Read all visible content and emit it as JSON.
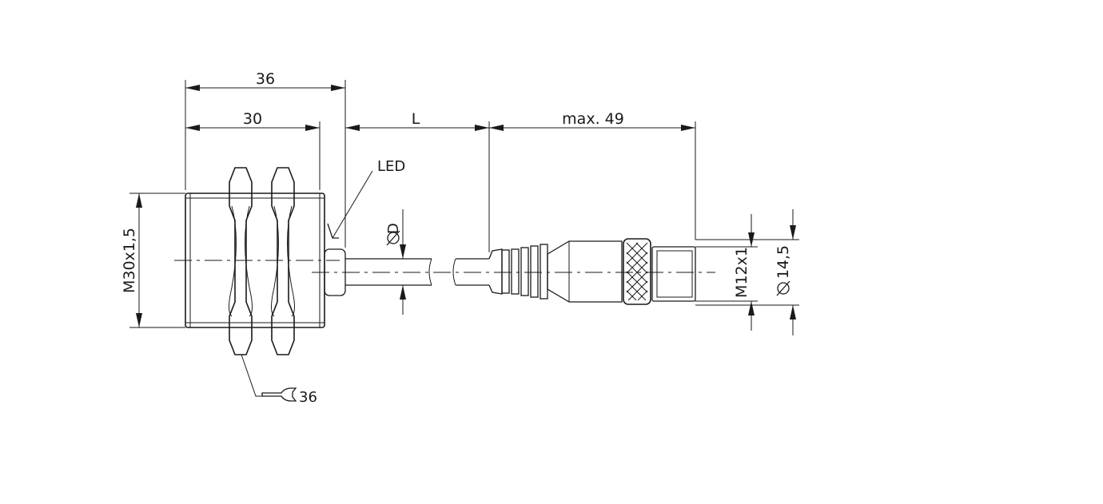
{
  "labels": {
    "dim_overall": "36",
    "dim_thread_length": "30",
    "dim_cable_length": "L",
    "dim_connector_length": "max. 49",
    "led": "LED",
    "cable_diameter": "D",
    "thread": "M30x1,5",
    "connector_thread": "M12x1",
    "connector_diameter": "14,5",
    "wrench_size": "36"
  },
  "icons": {
    "diameter": "diameter-symbol",
    "wrench": "open-end-wrench-icon"
  },
  "colors": {
    "line": "#1a1a1a",
    "background": "#ffffff"
  }
}
